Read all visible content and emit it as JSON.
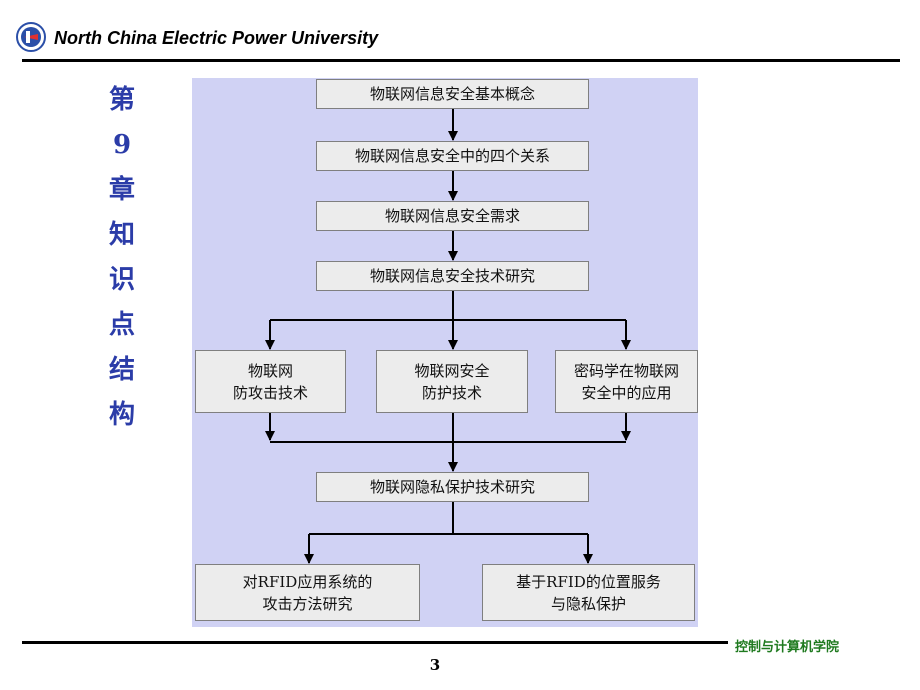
{
  "header": {
    "title": "North China Electric Power University"
  },
  "side_title": {
    "chars": [
      "第",
      "9",
      "章",
      "知",
      "识",
      "点",
      "结",
      "构"
    ]
  },
  "flowchart": {
    "nodes": {
      "concept": "物联网信息安全基本概念",
      "four_relations": "物联网信息安全中的四个关系",
      "requirements": "物联网信息安全需求",
      "tech_research": "物联网信息安全技术研究",
      "anti_attack": "物联网\n防攻击技术",
      "security_protection": "物联网安全\n防护技术",
      "crypto_application": "密码学在物联网\n安全中的应用",
      "privacy_research": "物联网隐私保护技术研究",
      "rfid_attack": "对RFID应用系统的\n攻击方法研究",
      "rfid_location": "基于RFID的位置服务\n与隐私保护"
    }
  },
  "footer": {
    "org": "控制与计算机学院",
    "page": "3"
  },
  "colors": {
    "diagram_bg": "#d0d2f4",
    "node_bg": "#ececec",
    "side_title": "#2b3ca8",
    "footer_org": "#1f7a1f"
  }
}
